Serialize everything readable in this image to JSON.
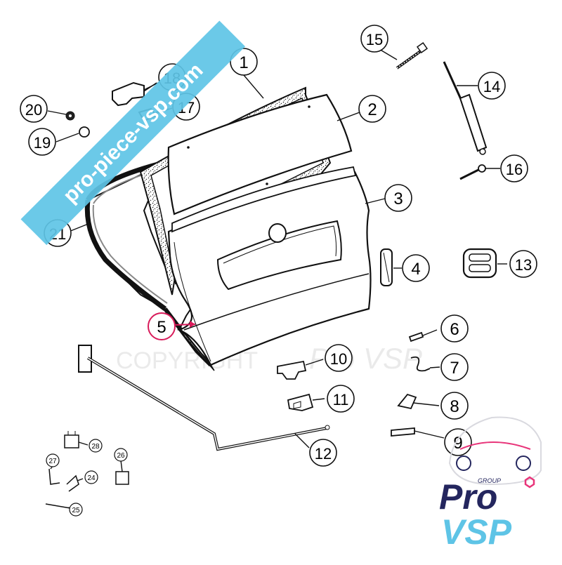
{
  "watermark": {
    "banner_text": "pro-piece-vsp.com",
    "copyright_text": "COPYRIGHT",
    "brand_ghost_text": "Pro VSP",
    "banner_color": "#5ec4e6"
  },
  "callouts": [
    {
      "number": "1"
    },
    {
      "number": "2"
    },
    {
      "number": "3"
    },
    {
      "number": "4"
    },
    {
      "number": "5"
    },
    {
      "number": "6"
    },
    {
      "number": "7"
    },
    {
      "number": "8"
    },
    {
      "number": "9"
    },
    {
      "number": "10"
    },
    {
      "number": "11"
    },
    {
      "number": "12"
    },
    {
      "number": "13"
    },
    {
      "number": "14"
    },
    {
      "number": "15"
    },
    {
      "number": "16"
    },
    {
      "number": "17"
    },
    {
      "number": "18"
    },
    {
      "number": "19"
    },
    {
      "number": "20"
    },
    {
      "number": "21"
    },
    {
      "number": "24"
    },
    {
      "number": "25"
    },
    {
      "number": "26"
    },
    {
      "number": "27"
    },
    {
      "number": "28"
    }
  ],
  "highlight": {
    "callout": "5",
    "color": "#d81b5a"
  },
  "logo": {
    "small_text": "GROUP",
    "line1": "Pro",
    "line2": "VSP",
    "primary_color": "#24265e",
    "accent_color": "#e8357a",
    "secondary_color": "#5ec4e6"
  }
}
